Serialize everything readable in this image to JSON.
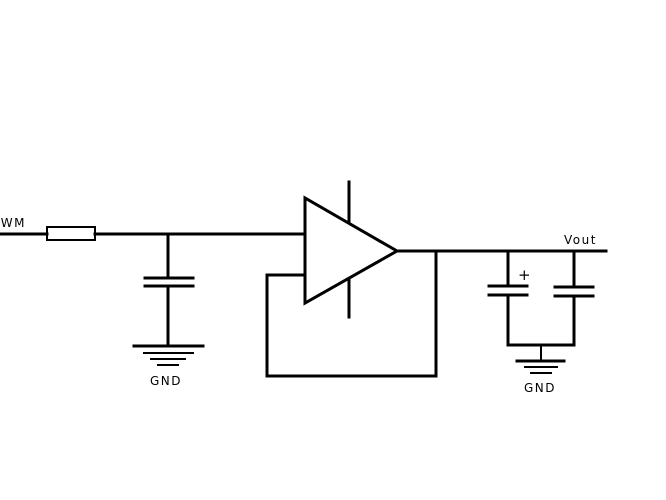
{
  "diagram": {
    "input_label": "PWM",
    "output_label": "Vout",
    "ground_label_left": "GND",
    "ground_label_right": "GND",
    "polarity_mark": "+"
  },
  "colors": {
    "background": "#ffffff",
    "stroke": "#000000"
  }
}
